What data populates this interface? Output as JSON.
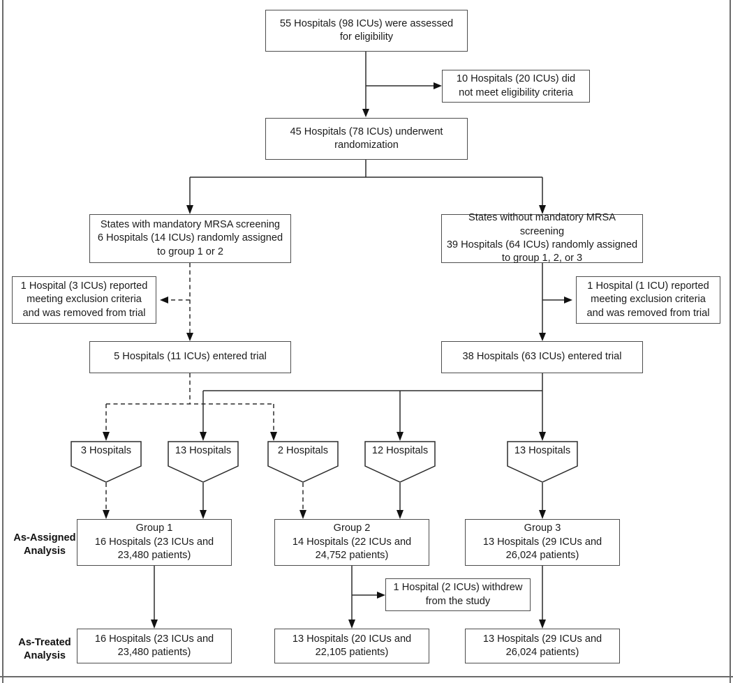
{
  "figure": {
    "title": "CONSORT-style enrollment and randomization flow diagram",
    "line_color": "#2b2b2b",
    "box_border_color": "#4d4d4d",
    "rule_color": "#6a6a6a"
  },
  "nodes": {
    "assessed": {
      "line1": "55 Hospitals (98 ICUs) were assessed",
      "line2": "for eligibility"
    },
    "excluded_eligibility": {
      "line1": "10 Hospitals (20 ICUs) did",
      "line2": "not meet eligibility criteria"
    },
    "randomized": {
      "line1": "45 Hospitals (78 ICUs) underwent",
      "line2": "randomization"
    },
    "states_with": {
      "line1": "States with mandatory MRSA screening",
      "line2": "6 Hospitals (14 ICUs) randomly assigned",
      "line3": "to group 1 or 2"
    },
    "states_without": {
      "line1": "States without mandatory MRSA screening",
      "line2": "39 Hospitals (64 ICUs) randomly assigned",
      "line3": "to group 1, 2, or 3"
    },
    "excluded_left": {
      "line1": "1 Hospital (3 ICUs) reported",
      "line2": "meeting exclusion criteria",
      "line3": "and was removed from trial"
    },
    "excluded_right": {
      "line1": "1 Hospital (1 ICU) reported",
      "line2": "meeting exclusion criteria",
      "line3": "and was removed from trial"
    },
    "entered_left": {
      "line1": "5 Hospitals (11 ICUs) entered trial"
    },
    "entered_right": {
      "line1": "38 Hospitals (63 ICUs) entered trial"
    },
    "withdrew": {
      "line1": "1 Hospital (2 ICUs) withdrew",
      "line2": "from the study"
    }
  },
  "pentagons": [
    {
      "label": "3 Hospitals"
    },
    {
      "label": "13 Hospitals"
    },
    {
      "label": "2 Hospitals"
    },
    {
      "label": "12 Hospitals"
    },
    {
      "label": "13 Hospitals"
    }
  ],
  "sidelabels": {
    "as_assigned": {
      "line1": "As-Assigned",
      "line2": "Analysis"
    },
    "as_treated": {
      "line1": "As-Treated",
      "line2": "Analysis"
    }
  },
  "as_assigned": [
    {
      "line1": "Group 1",
      "line2": "16 Hospitals (23 ICUs and",
      "line3": "23,480 patients)"
    },
    {
      "line1": "Group 2",
      "line2": "14 Hospitals (22 ICUs and",
      "line3": "24,752 patients)"
    },
    {
      "line1": "Group 3",
      "line2": "13 Hospitals (29 ICUs and",
      "line3": "26,024 patients)"
    }
  ],
  "as_treated": [
    {
      "line1": "16 Hospitals (23 ICUs and",
      "line2": "23,480 patients)"
    },
    {
      "line1": "13 Hospitals (20 ICUs and",
      "line2": "22,105 patients)"
    },
    {
      "line1": "13 Hospitals (29 ICUs and",
      "line2": "26,024 patients)"
    }
  ]
}
